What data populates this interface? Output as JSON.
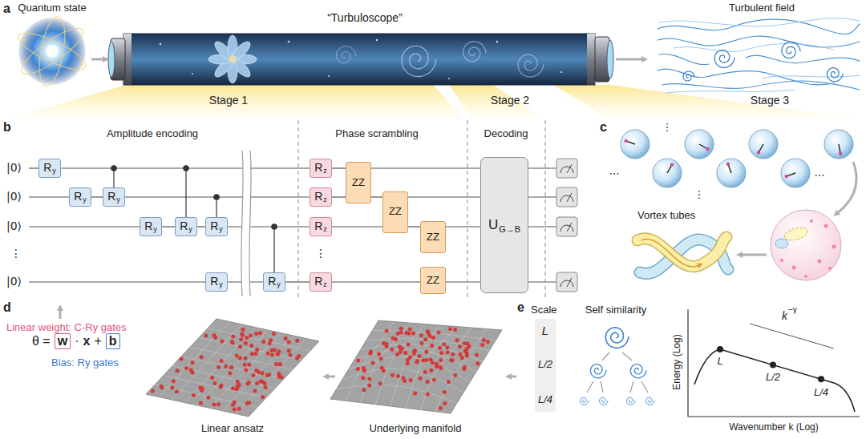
{
  "diagram": {
    "nodes": [
      {
        "text": [
          "R",
          "y"
        ]
      },
      {
        "text": [
          "R",
          "y"
        ]
      },
      {
        "text": [
          "R",
          "y"
        ]
      },
      {
        "text": [
          "R",
          "y"
        ]
      },
      {
        "text": [
          "R",
          "y"
        ]
      },
      {
        "text": [
          "R",
          "y"
        ]
      },
      {
        "text": [
          "R",
          "y"
        ]
      },
      {
        "text": [
          "R",
          "y"
        ]
      },
      {
        "text": [
          "R",
          "z"
        ]
      },
      {
        "text": [
          "R",
          "z"
        ]
      },
      {
        "text": [
          "R",
          "z"
        ]
      },
      {
        "text": [
          "R",
          "z"
        ]
      },
      {
        "text": [
          "ZZ"
        ]
      },
      {
        "text": [
          "ZZ"
        ]
      },
      {
        "text": [
          "ZZ"
        ]
      },
      {
        "text": [
          "ZZ"
        ]
      },
      {
        "text": [
          "U",
          "G→B"
        ]
      }
    ],
    "edges": [
      {
        "from": 0,
        "to": 8,
        "arrow": "none"
      },
      {
        "from": 8,
        "to": 12,
        "arrow": "none"
      },
      {
        "from": 12,
        "to": 16,
        "arrow": "none"
      },
      {
        "from": 1,
        "to": 2,
        "arrow": "none"
      },
      {
        "from": 2,
        "to": 9,
        "arrow": "none"
      },
      {
        "from": 9,
        "to": 12,
        "arrow": "none"
      },
      {
        "from": 12,
        "to": 13,
        "arrow": "none"
      },
      {
        "from": 13,
        "to": 16,
        "arrow": "none"
      },
      {
        "from": 3,
        "to": 4,
        "arrow": "none"
      },
      {
        "from": 4,
        "to": 5,
        "arrow": "none"
      },
      {
        "from": 5,
        "to": 10,
        "arrow": "none"
      },
      {
        "from": 10,
        "to": 13,
        "arrow": "none"
      },
      {
        "from": 13,
        "to": 14,
        "arrow": "none"
      },
      {
        "from": 14,
        "to": 16,
        "arrow": "none"
      },
      {
        "from": 6,
        "to": 7,
        "arrow": "none"
      },
      {
        "from": 7,
        "to": 11,
        "arrow": "none"
      },
      {
        "from": 11,
        "to": 15,
        "arrow": "none"
      },
      {
        "from": 15,
        "to": 16,
        "arrow": "none"
      }
    ],
    "labels": [
      "a",
      "Quantum state",
      "“Turbuloscope”",
      "Turbulent field",
      "Stage 1",
      "Stage 2",
      "Stage 3",
      "b",
      "Amplitude encoding",
      "Phase scrambling",
      "Decoding",
      "|0⟩",
      "|0⟩",
      "|0⟩",
      "⋮",
      "|0⟩",
      "⋮",
      "c",
      "⋮",
      "⋯",
      "⋯",
      "⋮",
      "Vortex tubes",
      "d",
      "Linear weight: C-Ry gates",
      "θ =",
      "w",
      "·",
      "x",
      "+",
      "b",
      "Bias: Ry gates",
      "Linear ansatz",
      "Underlying manifold",
      "e",
      "Scale",
      "L",
      "L/2",
      "L/4",
      "Self similarity",
      "Energy (Log)",
      "Wavenumber k (Log)",
      "k",
      "−γ",
      "L",
      "L/2",
      "L/4"
    ]
  }
}
